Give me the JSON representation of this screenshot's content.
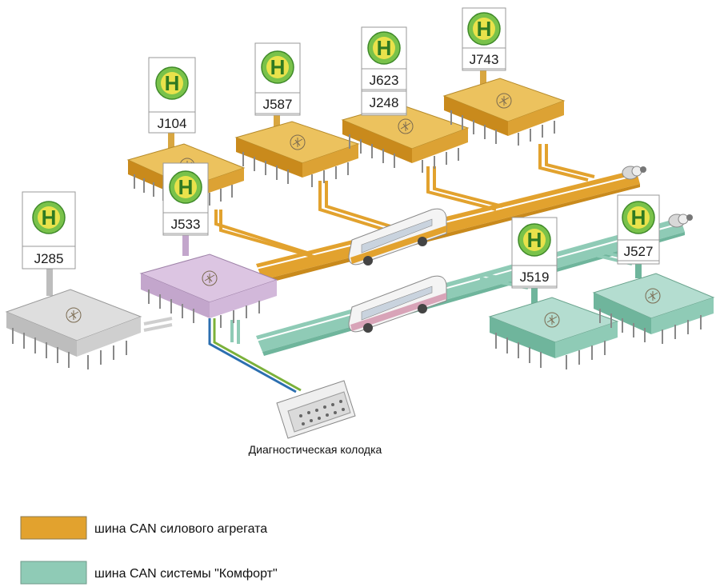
{
  "colors": {
    "powertrain": "#e2a22e",
    "powertrain_dark": "#c98a1c",
    "powertrain_top": "#ecc25e",
    "comfort": "#8fcbb6",
    "comfort_dark": "#6fb59c",
    "comfort_top": "#b4ddd0",
    "gateway_top": "#dcc5e2",
    "gateway_side": "#c3a6cc",
    "gray_top": "#dedede",
    "gray_side": "#bdbdbd",
    "sign_green": "#79c24a",
    "sign_yellow": "#e9e24b"
  },
  "sign_symbol": "H",
  "modules": {
    "j104": "J104",
    "j587": "J587",
    "j623": "J623",
    "j248": "J248",
    "j743": "J743",
    "j533": "J533",
    "j285": "J285",
    "j519": "J519",
    "j527": "J527"
  },
  "diagnostic_label": "Диагностическая колодка",
  "legend": {
    "powertrain": "шина CAN силового агрегата",
    "comfort": "шина CAN системы \"Комфорт\""
  }
}
